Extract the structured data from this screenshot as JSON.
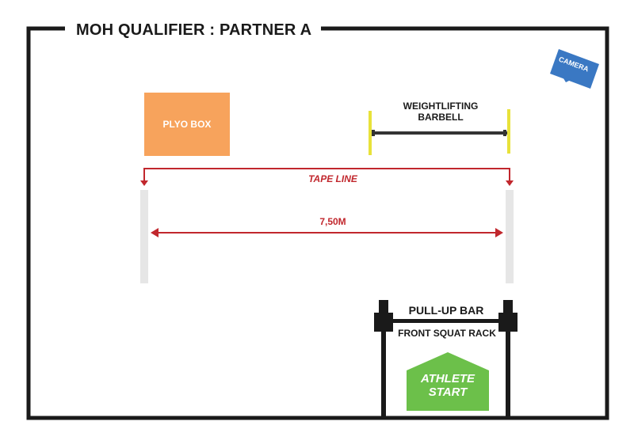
{
  "diagram": {
    "title": "MOH QUALIFIER : PARTNER A",
    "stations": {
      "plyo_box": "PLYO BOX",
      "barbell": "WEIGHTLIFTING\nBARBELL",
      "tape_line": "TAPE LINE",
      "distance": "7,50M",
      "pullup_bar": "PULL-UP BAR",
      "front_squat_rack": "FRONT SQUAT RACK",
      "athlete_start": "ATHLETE\nSTART",
      "camera": "CAMERA"
    },
    "colors": {
      "border": "#1a1a1a",
      "plyo_box": "#f7a35c",
      "barbell_bar": "#333333",
      "barbell_plates": "#e8e23a",
      "tape_line": "#c1272d",
      "floor_marks": "#e6e6e6",
      "rack": "#1a1a1a",
      "athlete_start": "#6cc04a",
      "camera": "#3a78c3"
    }
  }
}
